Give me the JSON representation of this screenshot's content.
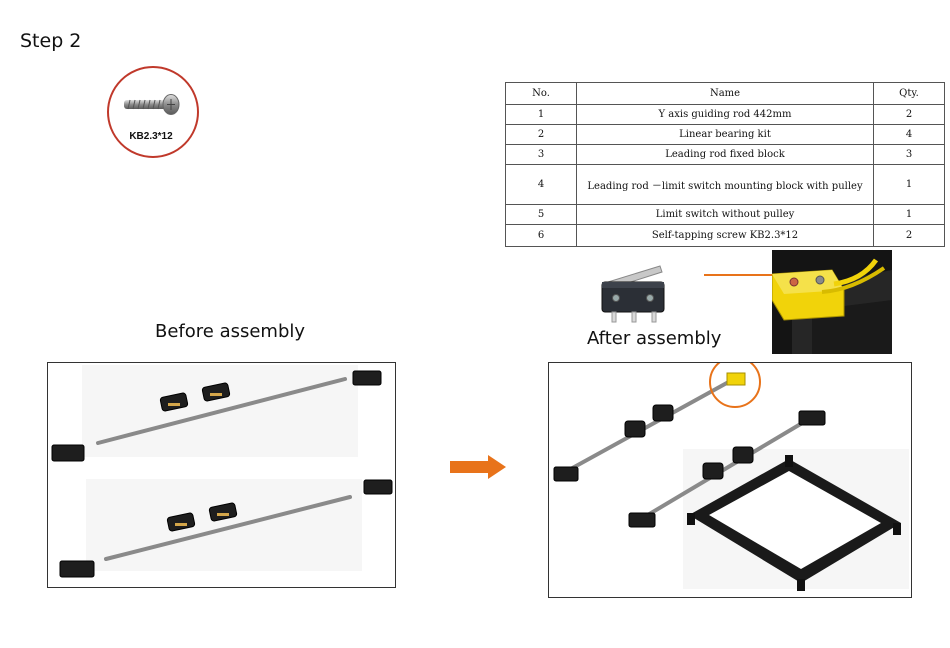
{
  "step_title": "Step 2",
  "screw_label": "KB2.3*12",
  "table": {
    "headers": [
      "No.",
      "Name",
      "Qty."
    ],
    "rows": [
      {
        "no": "1",
        "name": "Y axis guiding rod 442mm",
        "qty": "2"
      },
      {
        "no": "2",
        "name": "Linear bearing kit",
        "qty": "4"
      },
      {
        "no": "3",
        "name": "Leading rod fixed block",
        "qty": "3"
      },
      {
        "no": "4",
        "name": "Leading rod  －limit switch mounting block with pulley",
        "qty": "1"
      },
      {
        "no": "5",
        "name": "Limit switch without pulley",
        "qty": "1"
      },
      {
        "no": "6",
        "name": "Self-tapping screw KB2.3*12",
        "qty": "2"
      }
    ]
  },
  "captions": {
    "before": "Before assembly",
    "after": "After assembly"
  },
  "colors": {
    "highlight": "#e8731a",
    "screw_circle": "#c0392b",
    "block_yellow": "#f1d30a",
    "part_dark": "#1e1e1e",
    "rod_gray": "#8a8a8a"
  },
  "icons": {
    "arrow": "right-arrow-icon",
    "screw": "screw-icon"
  }
}
